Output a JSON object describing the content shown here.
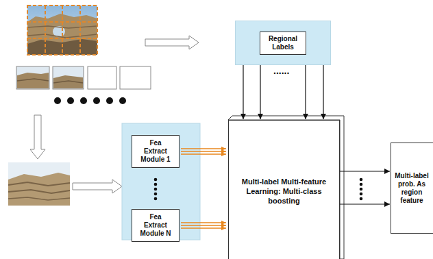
{
  "diagram": {
    "nodes": [
      {
        "text": [
          "Regional Labels"
        ]
      },
      {
        "text": [
          "Fea Extract Module 1"
        ]
      },
      {
        "text": [
          "Fea Extract Module N"
        ]
      },
      {
        "text": [
          "Multi-label Multi-feature Learning: Multi-class boosting"
        ]
      },
      {
        "text": [
          "Multi-label prob. As region feature"
        ]
      }
    ],
    "edges": [
      {
        "from": 0,
        "to": 3,
        "arrow": "to"
      },
      {
        "from": 0,
        "to": 3,
        "arrow": "to"
      },
      {
        "from": 0,
        "to": 3,
        "arrow": "to"
      },
      {
        "from": 0,
        "to": 3,
        "arrow": "to"
      },
      {
        "from": 1,
        "to": 3,
        "arrow": "to"
      },
      {
        "from": 2,
        "to": 3,
        "arrow": "to"
      },
      {
        "from": 3,
        "to": 4,
        "arrow": "to"
      },
      {
        "from": 3,
        "to": 4,
        "arrow": "to"
      }
    ],
    "labels": [
      "......"
    ]
  }
}
